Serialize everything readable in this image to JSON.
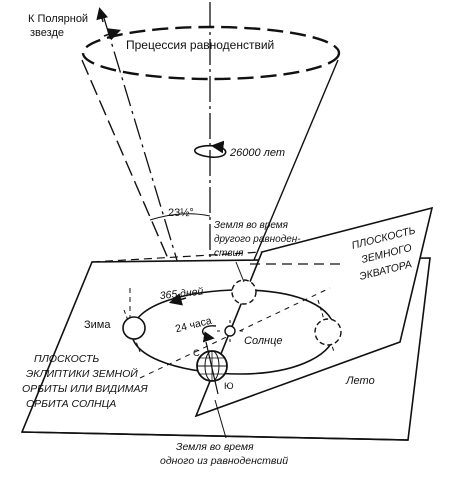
{
  "labels": {
    "pole_star_1": "К Полярной",
    "pole_star_2": "звезде",
    "precession": "Прецессия равноденствий",
    "years": "26000 лет",
    "tilt": "23½°",
    "earth_other_equinox_1": "Земля во время",
    "earth_other_equinox_2": "другого равноден-",
    "earth_other_equinox_3": "ствия",
    "equator_plane_1": "ПЛОСКОСТЬ",
    "equator_plane_2": "ЗЕМНОГО",
    "equator_plane_3": "ЭКВАТОРА",
    "days": "365 дней",
    "winter": "Зима",
    "hours": "24 часа",
    "sun": "Солнце",
    "ecliptic_1": "ПЛОСКОСТЬ",
    "ecliptic_2": "ЭКЛИПТИКИ ЗЕМНОЙ",
    "ecliptic_3": "ОРБИТЫ ИЛИ ВИДИМАЯ",
    "ecliptic_4": "ОРБИТА СОЛНЦА",
    "summer": "Лето",
    "north": "С",
    "south": "Ю",
    "earth_one_equinox_1": "Земля во время",
    "earth_one_equinox_2": "одного из равноденствий"
  }
}
